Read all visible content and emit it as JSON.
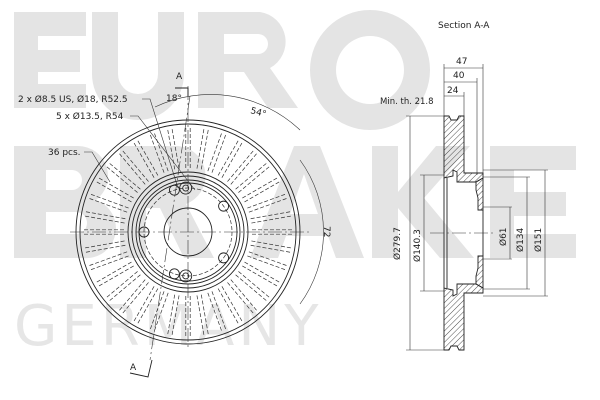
{
  "watermark": {
    "line1": "EURO",
    "line2": "BRAKE",
    "line3": "GERMANY",
    "color": "#e4e4e4"
  },
  "front_view": {
    "section_marker_top": "A",
    "section_marker_bottom": "A",
    "angle_1": "18°",
    "angle_2": "54°",
    "hole_note_1": "2 x Ø8.5 US, Ø18, R52.5",
    "hole_note_2": "5 x Ø13.5, R54",
    "vanes_note": "36 pcs.",
    "radius_dim": "72"
  },
  "section_view": {
    "title": "Section A-A",
    "min_thickness": "Min. th. 21.8",
    "dims": {
      "width_total": "47",
      "width_hat": "40",
      "disc_thickness": "24",
      "outer_diameter": "Ø279.7",
      "hat_inner_diameter": "Ø140.3",
      "center_bore": "Ø61",
      "hat_diameter": "Ø134",
      "hat_outer_diameter": "Ø151"
    }
  },
  "colors": {
    "line": "#222222",
    "background": "#ffffff",
    "watermark": "#e4e4e4"
  }
}
